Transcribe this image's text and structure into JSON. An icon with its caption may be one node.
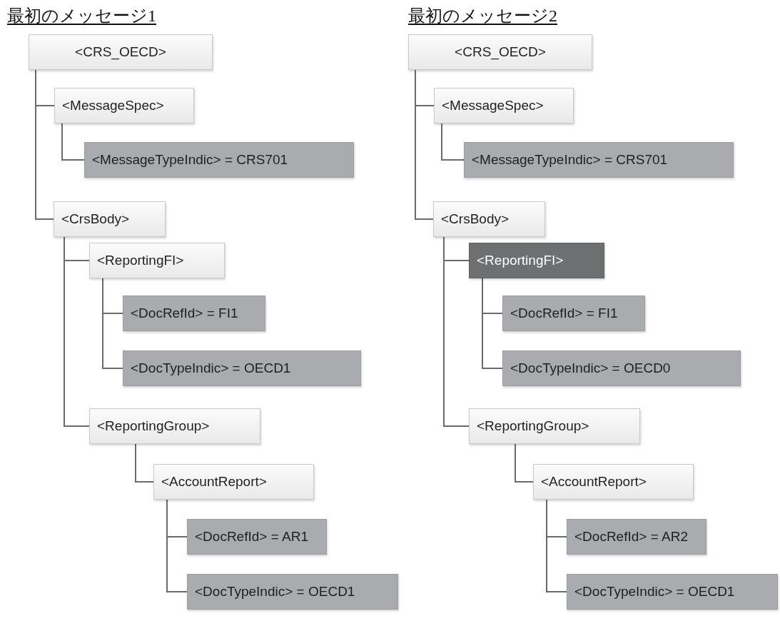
{
  "diagram": {
    "nodes": [
      {
        "text": [
          "<CRS_OECD>"
        ]
      },
      {
        "text": [
          "<MessageSpec>"
        ]
      },
      {
        "text": [
          "<MessageTypeIndic> = CRS701"
        ]
      },
      {
        "text": [
          "<CrsBody>"
        ]
      },
      {
        "text": [
          "<ReportingFI>"
        ]
      },
      {
        "text": [
          "<DocRefId> = FI1"
        ]
      },
      {
        "text": [
          "<DocTypeIndic> = OECD1"
        ]
      },
      {
        "text": [
          "<ReportingGroup>"
        ]
      },
      {
        "text": [
          "<AccountReport>"
        ]
      },
      {
        "text": [
          "<DocRefId> = AR1"
        ]
      },
      {
        "text": [
          "<DocTypeIndic> = OECD1"
        ]
      },
      {
        "text": [
          "<CRS_OECD>"
        ]
      },
      {
        "text": [
          "<MessageSpec>"
        ]
      },
      {
        "text": [
          "<MessageTypeIndic> = CRS701"
        ]
      },
      {
        "text": [
          "<CrsBody>"
        ]
      },
      {
        "text": [
          "<ReportingFI>"
        ]
      },
      {
        "text": [
          "<DocRefId> = FI1"
        ]
      },
      {
        "text": [
          "<DocTypeIndic> = OECD0"
        ]
      },
      {
        "text": [
          "<ReportingGroup>"
        ]
      },
      {
        "text": [
          "<AccountReport>"
        ]
      },
      {
        "text": [
          "<DocRefId> = AR2"
        ]
      },
      {
        "text": [
          "<DocTypeIndic> = OECD1"
        ]
      }
    ],
    "edges": [
      {
        "from": 0,
        "to": 1,
        "arrow": "none"
      },
      {
        "from": 1,
        "to": 2,
        "arrow": "none"
      },
      {
        "from": 0,
        "to": 3,
        "arrow": "none"
      },
      {
        "from": 3,
        "to": 4,
        "arrow": "none"
      },
      {
        "from": 4,
        "to": 5,
        "arrow": "none"
      },
      {
        "from": 4,
        "to": 6,
        "arrow": "none"
      },
      {
        "from": 3,
        "to": 7,
        "arrow": "none"
      },
      {
        "from": 7,
        "to": 8,
        "arrow": "none"
      },
      {
        "from": 8,
        "to": 9,
        "arrow": "none"
      },
      {
        "from": 8,
        "to": 10,
        "arrow": "none"
      },
      {
        "from": 11,
        "to": 12,
        "arrow": "none"
      },
      {
        "from": 12,
        "to": 13,
        "arrow": "none"
      },
      {
        "from": 11,
        "to": 14,
        "arrow": "none"
      },
      {
        "from": 14,
        "to": 15,
        "arrow": "none"
      },
      {
        "from": 15,
        "to": 16,
        "arrow": "none"
      },
      {
        "from": 15,
        "to": 17,
        "arrow": "none"
      },
      {
        "from": 14,
        "to": 18,
        "arrow": "none"
      },
      {
        "from": 18,
        "to": 19,
        "arrow": "none"
      },
      {
        "from": 19,
        "to": 20,
        "arrow": "none"
      },
      {
        "from": 19,
        "to": 21,
        "arrow": "none"
      }
    ],
    "labels": [
      "最初のメッセージ1",
      "最初のメッセージ2"
    ]
  }
}
